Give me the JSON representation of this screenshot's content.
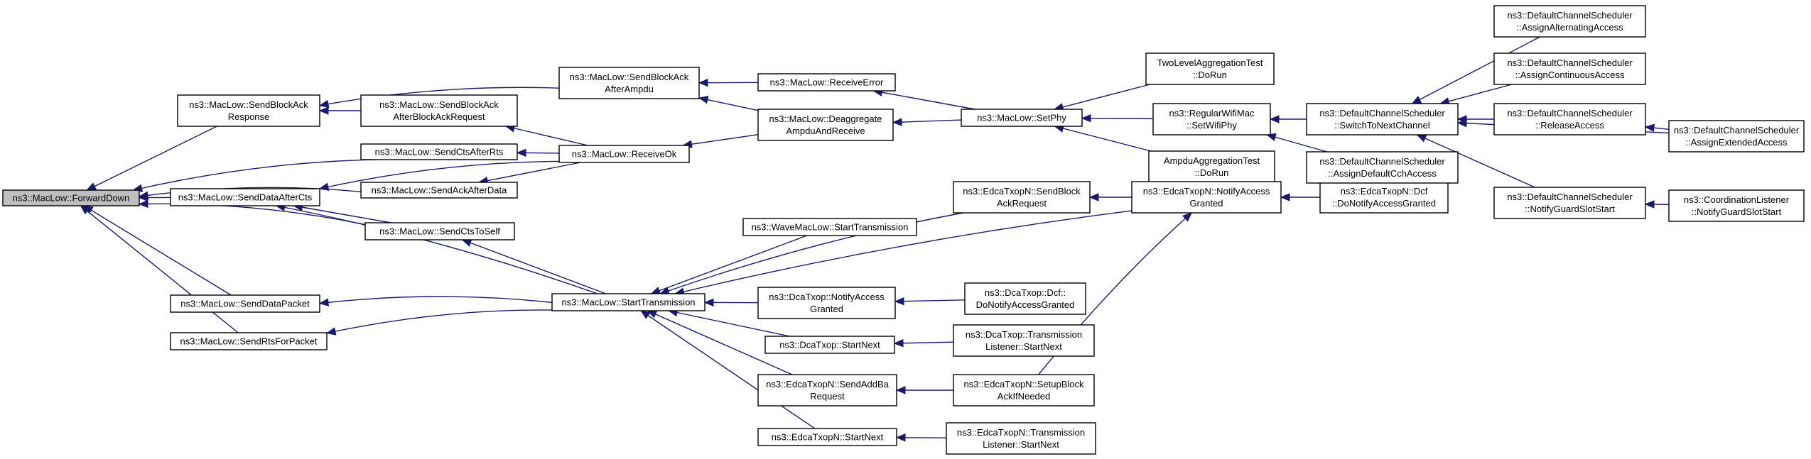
{
  "diagram": {
    "type": "call-graph",
    "colors": {
      "edge": "#191970",
      "root_fill": "#bfbfbf",
      "node_fill": "#ffffff",
      "border": "#000000"
    },
    "nodes": [
      {
        "id": "forward_down",
        "lines": [
          "ns3::MacLow::ForwardDown"
        ],
        "root": true
      },
      {
        "id": "send_block_ack_response",
        "lines": [
          "ns3::MacLow::SendBlockAck",
          "Response"
        ]
      },
      {
        "id": "send_cts_after_rts",
        "lines": [
          "ns3::MacLow::SendCtsAfterRts"
        ]
      },
      {
        "id": "send_ack_after_data",
        "lines": [
          "ns3::MacLow::SendAckAfterData"
        ]
      },
      {
        "id": "send_data_after_cts",
        "lines": [
          "ns3::MacLow::SendDataAfterCts"
        ]
      },
      {
        "id": "send_cts_to_self",
        "lines": [
          "ns3::MacLow::SendCtsToSelf"
        ]
      },
      {
        "id": "send_data_packet",
        "lines": [
          "ns3::MacLow::SendDataPacket"
        ]
      },
      {
        "id": "send_rts_for_packet",
        "lines": [
          "ns3::MacLow::SendRtsForPacket"
        ]
      },
      {
        "id": "send_block_ack_after_bar",
        "lines": [
          "ns3::MacLow::SendBlockAck",
          "AfterBlockAckRequest"
        ]
      },
      {
        "id": "send_block_ack_after_ampdu",
        "lines": [
          "ns3::MacLow::SendBlockAck",
          "AfterAmpdu"
        ]
      },
      {
        "id": "receive_ok",
        "lines": [
          "ns3::MacLow::ReceiveOk"
        ]
      },
      {
        "id": "start_transmission",
        "lines": [
          "ns3::MacLow::StartTransmission"
        ]
      },
      {
        "id": "receive_error",
        "lines": [
          "ns3::MacLow::ReceiveError"
        ]
      },
      {
        "id": "deaggregate",
        "lines": [
          "ns3::MacLow::Deaggregate",
          "AmpduAndReceive"
        ]
      },
      {
        "id": "set_phy",
        "lines": [
          "ns3::MacLow::SetPhy"
        ]
      },
      {
        "id": "edca_send_block_ack_request",
        "lines": [
          "ns3::EdcaTxopN::SendBlock",
          "AckRequest"
        ]
      },
      {
        "id": "wave_start_transmission",
        "lines": [
          "ns3::WaveMacLow::StartTransmission"
        ]
      },
      {
        "id": "dca_notify_access_granted",
        "lines": [
          "ns3::DcaTxop::NotifyAccess",
          "Granted"
        ]
      },
      {
        "id": "dca_start_next",
        "lines": [
          "ns3::DcaTxop::StartNext"
        ]
      },
      {
        "id": "edca_send_add_ba_request",
        "lines": [
          "ns3::EdcaTxopN::SendAddBa",
          "Request"
        ]
      },
      {
        "id": "edca_start_next",
        "lines": [
          "ns3::EdcaTxopN::StartNext"
        ]
      },
      {
        "id": "two_level_agg_test",
        "lines": [
          "TwoLevelAggregationTest",
          "::DoRun"
        ]
      },
      {
        "id": "regular_wifi_mac_set_phy",
        "lines": [
          "ns3::RegularWifiMac",
          "::SetWifiPhy"
        ]
      },
      {
        "id": "ampdu_agg_test",
        "lines": [
          "AmpduAggregationTest",
          "::DoRun"
        ]
      },
      {
        "id": "dca_dcf_notify",
        "lines": [
          "ns3::DcaTxop::Dcf::",
          "DoNotifyAccessGranted"
        ]
      },
      {
        "id": "dca_tl_start_next",
        "lines": [
          "ns3::DcaTxop::Transmission",
          "Listener::StartNext"
        ]
      },
      {
        "id": "edca_setup_block_ack",
        "lines": [
          "ns3::EdcaTxopN::SetupBlock",
          "AckIfNeeded"
        ]
      },
      {
        "id": "edca_tl_start_next",
        "lines": [
          "ns3::EdcaTxopN::Transmission",
          "Listener::StartNext"
        ]
      },
      {
        "id": "edca_notify_access_granted",
        "lines": [
          "ns3::EdcaTxopN::NotifyAccess",
          "Granted"
        ]
      },
      {
        "id": "edca_dcf_notify",
        "lines": [
          "ns3::EdcaTxopN::Dcf",
          "::DoNotifyAccessGranted"
        ]
      },
      {
        "id": "dcs_switch_to_next_channel",
        "lines": [
          "ns3::DefaultChannelScheduler",
          "::SwitchToNextChannel"
        ]
      },
      {
        "id": "dcs_assign_default_cch",
        "lines": [
          "ns3::DefaultChannelScheduler",
          "::AssignDefaultCchAccess"
        ]
      },
      {
        "id": "dcs_assign_alternating",
        "lines": [
          "ns3::DefaultChannelScheduler",
          "::AssignAlternatingAccess"
        ]
      },
      {
        "id": "dcs_assign_continuous",
        "lines": [
          "ns3::DefaultChannelScheduler",
          "::AssignContinuousAccess"
        ]
      },
      {
        "id": "dcs_release_access",
        "lines": [
          "ns3::DefaultChannelScheduler",
          "::ReleaseAccess"
        ]
      },
      {
        "id": "dcs_notify_guard_slot_start",
        "lines": [
          "ns3::DefaultChannelScheduler",
          "::NotifyGuardSlotStart"
        ]
      },
      {
        "id": "dcs_assign_extended",
        "lines": [
          "ns3::DefaultChannelScheduler",
          "::AssignExtendedAccess"
        ]
      },
      {
        "id": "coord_listener_notify_guard",
        "lines": [
          "ns3::CoordinationListener",
          "::NotifyGuardSlotStart"
        ]
      }
    ],
    "edges": [
      {
        "from": "send_block_ack_response",
        "to": "forward_down"
      },
      {
        "from": "send_cts_after_rts",
        "to": "forward_down"
      },
      {
        "from": "send_ack_after_data",
        "to": "forward_down"
      },
      {
        "from": "send_data_after_cts",
        "to": "forward_down"
      },
      {
        "from": "send_cts_to_self",
        "to": "forward_down"
      },
      {
        "from": "send_data_packet",
        "to": "forward_down"
      },
      {
        "from": "send_rts_for_packet",
        "to": "forward_down"
      },
      {
        "from": "send_block_ack_after_ampdu",
        "to": "send_block_ack_response"
      },
      {
        "from": "send_block_ack_after_bar",
        "to": "send_block_ack_response"
      },
      {
        "from": "receive_ok",
        "to": "send_block_ack_after_bar"
      },
      {
        "from": "receive_ok",
        "to": "send_cts_after_rts"
      },
      {
        "from": "receive_ok",
        "to": "send_ack_after_data"
      },
      {
        "from": "receive_ok",
        "to": "send_data_after_cts"
      },
      {
        "from": "send_cts_to_self",
        "to": "send_data_after_cts"
      },
      {
        "from": "start_transmission",
        "to": "send_data_after_cts"
      },
      {
        "from": "start_transmission",
        "to": "send_cts_to_self"
      },
      {
        "from": "start_transmission",
        "to": "send_data_packet"
      },
      {
        "from": "start_transmission",
        "to": "send_rts_for_packet"
      },
      {
        "from": "receive_error",
        "to": "send_block_ack_after_ampdu"
      },
      {
        "from": "deaggregate",
        "to": "send_block_ack_after_ampdu"
      },
      {
        "from": "deaggregate",
        "to": "receive_ok"
      },
      {
        "from": "set_phy",
        "to": "receive_error"
      },
      {
        "from": "set_phy",
        "to": "deaggregate"
      },
      {
        "from": "two_level_agg_test",
        "to": "set_phy"
      },
      {
        "from": "regular_wifi_mac_set_phy",
        "to": "set_phy"
      },
      {
        "from": "ampdu_agg_test",
        "to": "set_phy"
      },
      {
        "from": "dcs_switch_to_next_channel",
        "to": "regular_wifi_mac_set_phy"
      },
      {
        "from": "dcs_assign_default_cch",
        "to": "regular_wifi_mac_set_phy"
      },
      {
        "from": "dcs_assign_alternating",
        "to": "dcs_switch_to_next_channel"
      },
      {
        "from": "dcs_assign_continuous",
        "to": "dcs_switch_to_next_channel"
      },
      {
        "from": "dcs_release_access",
        "to": "dcs_switch_to_next_channel"
      },
      {
        "from": "dcs_assign_extended",
        "to": "dcs_switch_to_next_channel"
      },
      {
        "from": "dcs_notify_guard_slot_start",
        "to": "dcs_switch_to_next_channel"
      },
      {
        "from": "dcs_assign_extended",
        "to": "dcs_release_access"
      },
      {
        "from": "coord_listener_notify_guard",
        "to": "dcs_notify_guard_slot_start"
      },
      {
        "from": "edca_send_block_ack_request",
        "to": "start_transmission"
      },
      {
        "from": "edca_notify_access_granted",
        "to": "start_transmission"
      },
      {
        "from": "wave_start_transmission",
        "to": "start_transmission"
      },
      {
        "from": "dca_notify_access_granted",
        "to": "start_transmission"
      },
      {
        "from": "dca_start_next",
        "to": "start_transmission"
      },
      {
        "from": "edca_send_add_ba_request",
        "to": "start_transmission"
      },
      {
        "from": "edca_start_next",
        "to": "start_transmission"
      },
      {
        "from": "edca_notify_access_granted",
        "to": "edca_send_block_ack_request"
      },
      {
        "from": "edca_dcf_notify",
        "to": "edca_notify_access_granted"
      },
      {
        "from": "edca_setup_block_ack",
        "to": "edca_notify_access_granted"
      },
      {
        "from": "dca_dcf_notify",
        "to": "dca_notify_access_granted"
      },
      {
        "from": "dca_tl_start_next",
        "to": "dca_start_next"
      },
      {
        "from": "edca_setup_block_ack",
        "to": "edca_send_add_ba_request"
      },
      {
        "from": "edca_tl_start_next",
        "to": "edca_start_next"
      }
    ]
  }
}
